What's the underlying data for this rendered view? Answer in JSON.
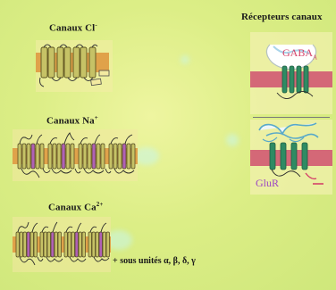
{
  "sections": {
    "cl": {
      "title": "Canaux Cl",
      "charge": "-"
    },
    "na": {
      "title": "Canaux Na",
      "charge": "+"
    },
    "ca": {
      "title": "Canaux Ca",
      "charge": "2+"
    }
  },
  "receptors": {
    "title": "Récepteurs canaux",
    "gaba": "GABA",
    "gaba_sub": "A",
    "glur": "GluR"
  },
  "ca_subunits": "+ sous unités α, β, δ, γ",
  "colors": {
    "background": "#d8ec82",
    "membrane": "#e0a24a",
    "helix_purple": "#b061b5",
    "receptor_band": "#d46877",
    "receptor_helix": "#2f8b63",
    "gaba_label": "#d4436a",
    "glur_label": "#9b43c4"
  }
}
